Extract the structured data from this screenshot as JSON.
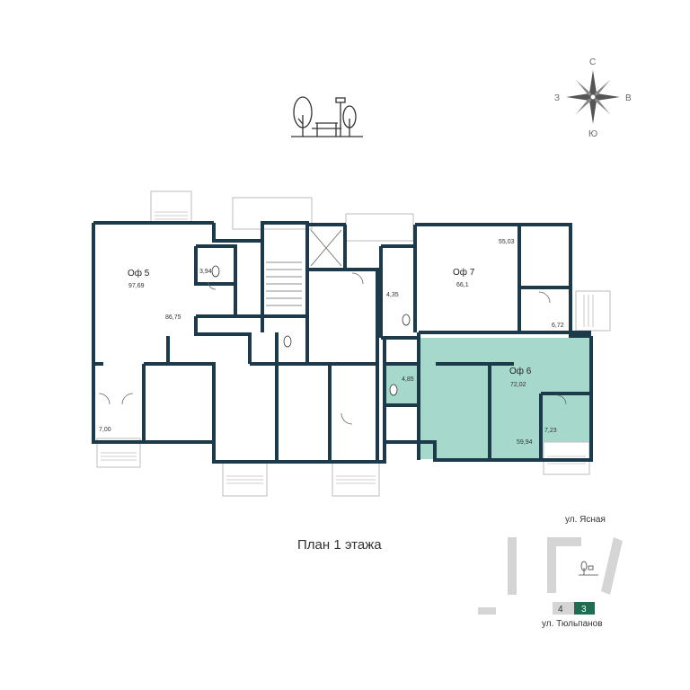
{
  "plan_title": "План 1 этажа",
  "compass": {
    "n": "С",
    "s": "Ю",
    "w": "З",
    "e": "В"
  },
  "offices": [
    {
      "name": "Оф 5",
      "area": "97,69"
    },
    {
      "name": "Оф 7",
      "area": "66,1"
    },
    {
      "name": "Оф 6",
      "area": "72,02"
    }
  ],
  "room_areas": {
    "r1": "3,94",
    "r2": "86,75",
    "r3": "7,00",
    "r4": "4,35",
    "r5": "55,03",
    "r6": "6,72",
    "r7": "4,85",
    "r8": "7,23",
    "r9": "59,94"
  },
  "site_plan": {
    "street_top": "ул. Ясная",
    "street_bottom": "ул. Тюльпанов",
    "section_4": "4",
    "section_3": "3"
  },
  "colors": {
    "wall": "#1d3a4a",
    "highlight": "#a6d8cc",
    "section_active": "#1f6e52"
  }
}
